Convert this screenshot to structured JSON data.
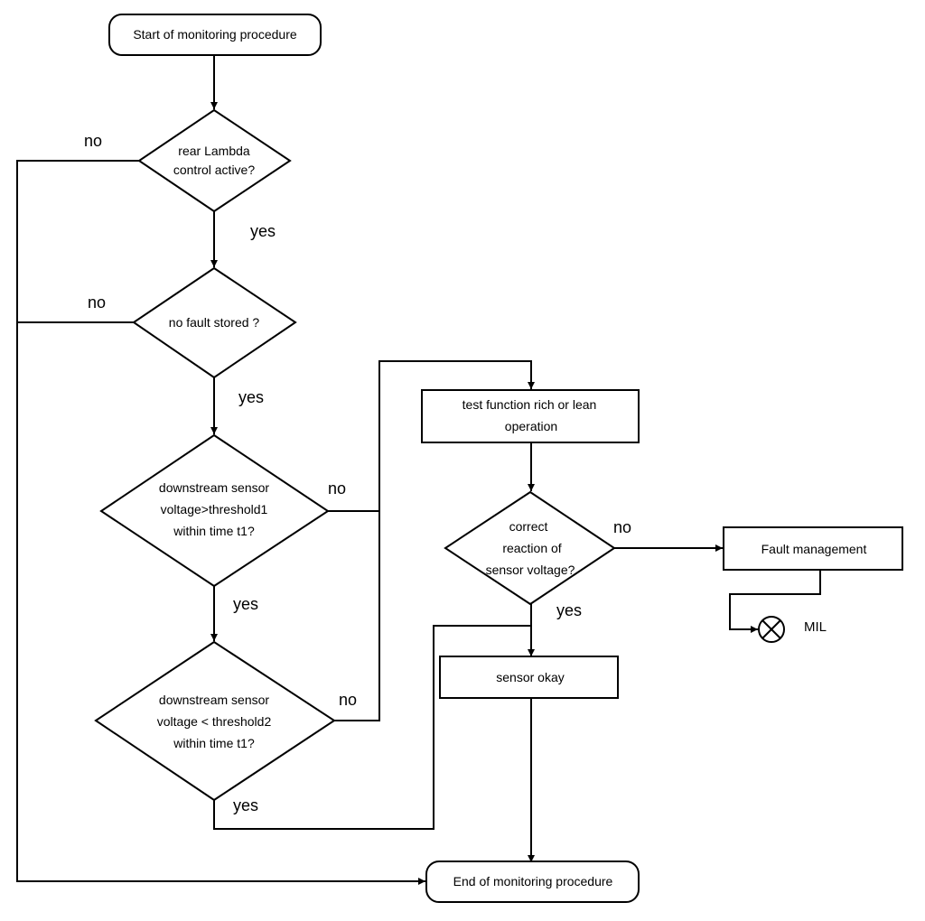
{
  "nodes": {
    "start": {
      "label": "Start of monitoring procedure"
    },
    "q_rear_lambda": {
      "lines": [
        "rear Lambda",
        "control active?"
      ]
    },
    "q_no_fault": {
      "lines": [
        "no fault stored ?"
      ]
    },
    "q_threshold1": {
      "lines": [
        "downstream sensor",
        "voltage>threshold1",
        "within time t1?"
      ]
    },
    "q_threshold2": {
      "lines": [
        "downstream sensor",
        "voltage < threshold2",
        "within time t1?"
      ]
    },
    "test_function": {
      "lines": [
        "test function rich or lean",
        "operation"
      ]
    },
    "q_correct_reaction": {
      "lines": [
        "correct",
        "reaction of",
        "sensor voltage?"
      ]
    },
    "fault_management": {
      "label": "Fault management"
    },
    "sensor_okay": {
      "label": "sensor okay"
    },
    "mil": {
      "label": "MIL"
    },
    "end": {
      "label": "End of monitoring procedure"
    }
  },
  "edge_labels": {
    "rear_lambda_no": "no",
    "rear_lambda_yes": "yes",
    "no_fault_no": "no",
    "no_fault_yes": "yes",
    "threshold1_no": "no",
    "threshold1_yes": "yes",
    "threshold2_no": "no",
    "threshold2_yes": "yes",
    "correct_reaction_no": "no",
    "correct_reaction_yes": "yes"
  },
  "icons": {
    "mil_lamp": "lamp-cross-icon"
  }
}
